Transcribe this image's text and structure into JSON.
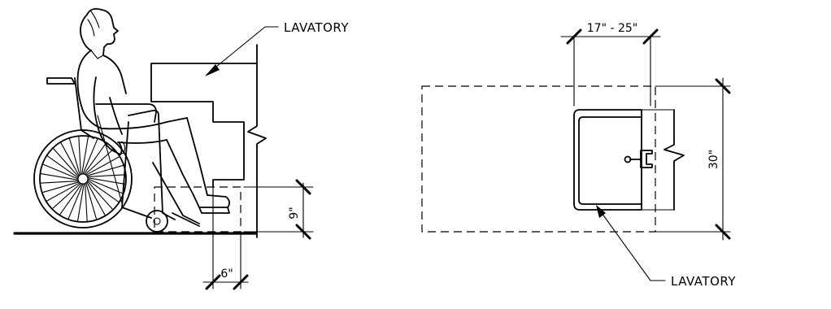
{
  "side_view": {
    "lavatory_label": "LAVATORY",
    "knee_depth_dim": "6\"",
    "toe_height_dim": "9\""
  },
  "plan_view": {
    "lavatory_label": "LAVATORY",
    "width_dim": "17\" - 25\"",
    "depth_dim": "30\""
  }
}
